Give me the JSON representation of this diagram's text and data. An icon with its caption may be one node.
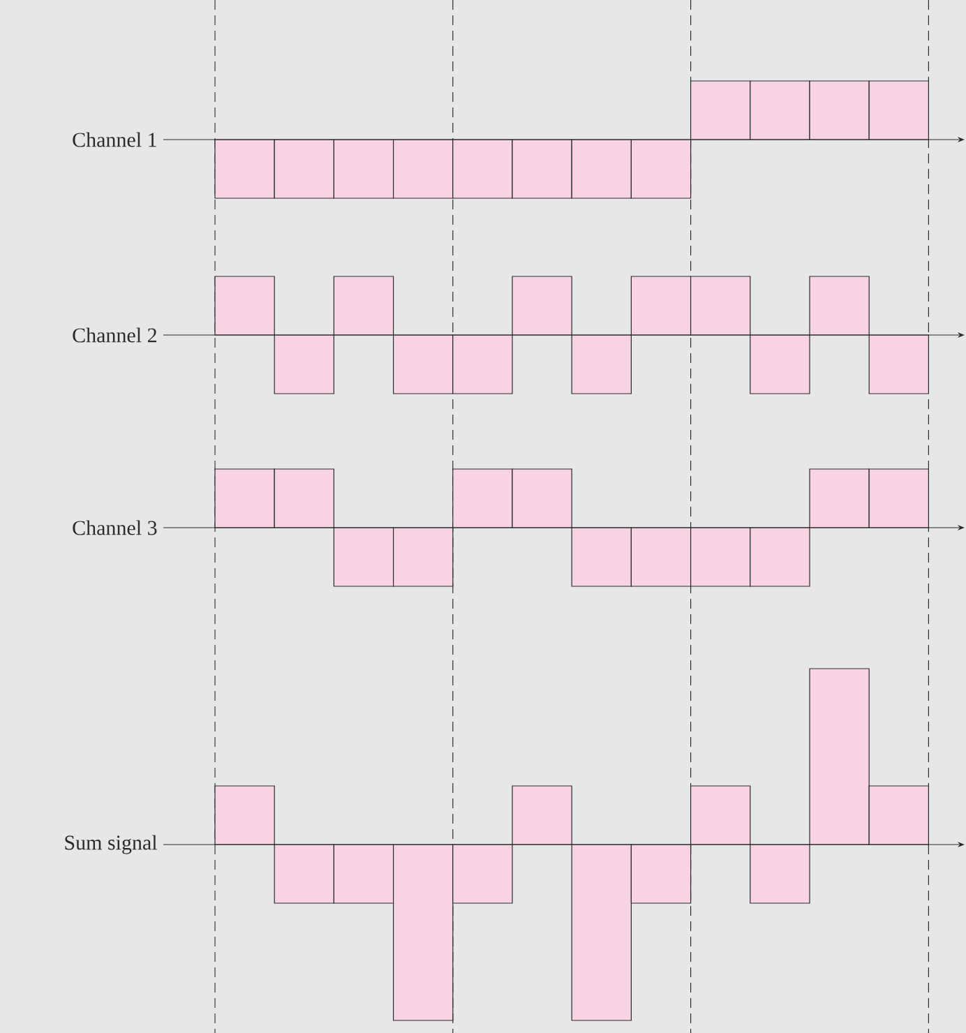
{
  "diagram": {
    "labels": [
      "Channel 1",
      "Channel 2",
      "Channel 3",
      "Sum signal"
    ]
  }
}
